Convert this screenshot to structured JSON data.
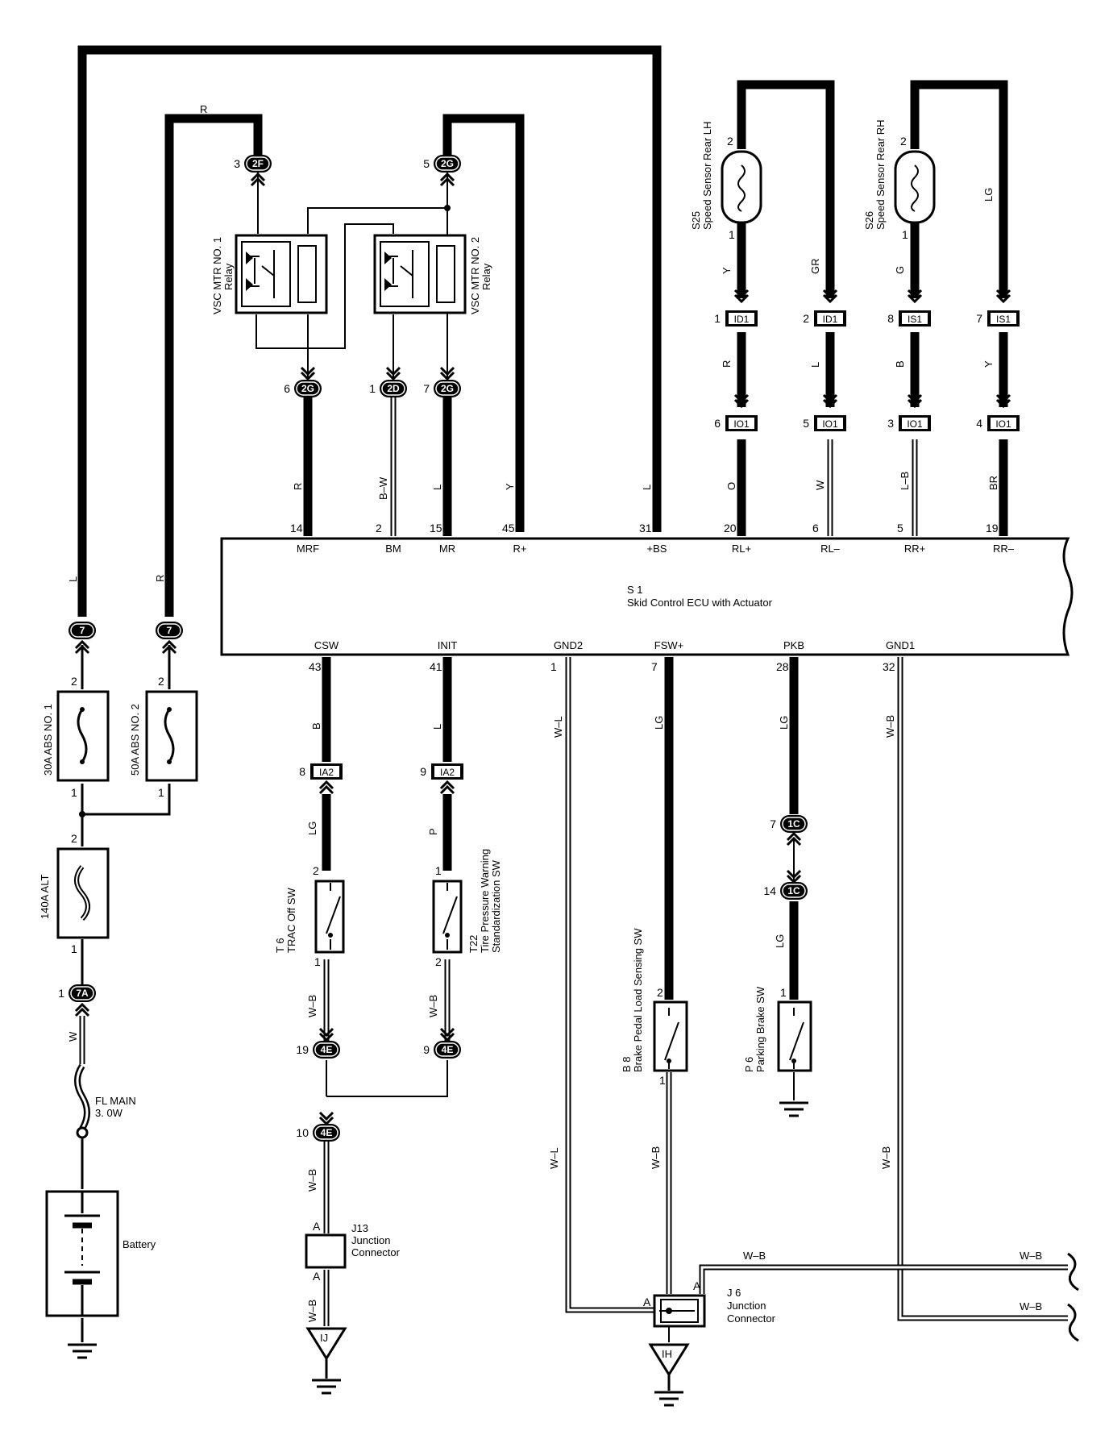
{
  "ecu": {
    "code": "S 1",
    "name": "Skid Control ECU with Actuator",
    "top_pins": [
      {
        "num": "14",
        "name": "MRF",
        "wire": "R"
      },
      {
        "num": "2",
        "name": "BM",
        "wire": "B–W"
      },
      {
        "num": "15",
        "name": "MR",
        "wire": "L"
      },
      {
        "num": "45",
        "name": "R+",
        "wire": "Y"
      },
      {
        "num": "31",
        "name": "+BS",
        "wire": "L"
      },
      {
        "num": "20",
        "name": "RL+",
        "wire": "O"
      },
      {
        "num": "6",
        "name": "RL–",
        "wire": "W"
      },
      {
        "num": "5",
        "name": "RR+",
        "wire": "L–B"
      },
      {
        "num": "19",
        "name": "RR–",
        "wire": "BR"
      }
    ],
    "bottom_pins": [
      {
        "num": "43",
        "name": "CSW",
        "wire": "B"
      },
      {
        "num": "41",
        "name": "INIT",
        "wire": "L"
      },
      {
        "num": "1",
        "name": "GND2",
        "wire": "W–L"
      },
      {
        "num": "7",
        "name": "FSW+",
        "wire": "LG"
      },
      {
        "num": "28",
        "name": "PKB",
        "wire": "LG"
      },
      {
        "num": "32",
        "name": "GND1",
        "wire": "W–B"
      }
    ]
  },
  "fuses": {
    "abs1": {
      "label": "30A ABS NO. 1",
      "pin_top": "2",
      "pin_bottom": "1"
    },
    "abs2": {
      "label": "50A ABS NO. 2",
      "pin_top": "2",
      "pin_bottom": "1"
    },
    "alt": {
      "label": "140A ALT",
      "pin_top": "2",
      "pin_bottom": "1"
    },
    "flmain": {
      "label1": "FL MAIN",
      "label2": "3. 0W"
    }
  },
  "battery": {
    "label": "Battery"
  },
  "left_wires": {
    "l": "L",
    "r_left": "R",
    "r_top": "R",
    "w": "W"
  },
  "connectors": {
    "c7a": {
      "code": "7",
      "pin": ""
    },
    "c7b": {
      "code": "7",
      "pin": ""
    },
    "c7A": {
      "code": "7A",
      "pin": "1"
    },
    "c2F": {
      "code": "2F",
      "pin": "3"
    },
    "c2G_top": {
      "code": "2G",
      "pin": "5"
    },
    "c2G_6": {
      "code": "2G",
      "pin": "6"
    },
    "c2D": {
      "code": "2D",
      "pin": "1"
    },
    "c2G_7": {
      "code": "2G",
      "pin": "7"
    },
    "id1_1": {
      "code": "ID1",
      "pin": "1"
    },
    "id1_2": {
      "code": "ID1",
      "pin": "2"
    },
    "is1_8": {
      "code": "IS1",
      "pin": "8"
    },
    "is1_7": {
      "code": "IS1",
      "pin": "7"
    },
    "io1_6": {
      "code": "IO1",
      "pin": "6"
    },
    "io1_5": {
      "code": "IO1",
      "pin": "5"
    },
    "io1_3": {
      "code": "IO1",
      "pin": "3"
    },
    "io1_4": {
      "code": "IO1",
      "pin": "4"
    },
    "ia2_8": {
      "code": "IA2",
      "pin": "8"
    },
    "ia2_9": {
      "code": "IA2",
      "pin": "9"
    },
    "c1C_7": {
      "code": "1C",
      "pin": "7"
    },
    "c1C_14": {
      "code": "1C",
      "pin": "14"
    },
    "c4E_19": {
      "code": "4E",
      "pin": "19"
    },
    "c4E_9": {
      "code": "4E",
      "pin": "9"
    },
    "c4E_10": {
      "code": "4E",
      "pin": "10"
    }
  },
  "relays": {
    "r1": {
      "line1": "VSC MTR NO. 1",
      "line2": "Relay"
    },
    "r2": {
      "line1": "VSC MTR NO. 2",
      "line2": "Relay"
    }
  },
  "sensors": {
    "s25": {
      "code": "S25",
      "name": "Speed Sensor Rear LH",
      "pin_top": "2",
      "pin_bottom": "1",
      "wire_left": "Y",
      "wire_right": "GR",
      "mid_left": "R",
      "mid_right": "L"
    },
    "s26": {
      "code": "S26",
      "name": "Speed Sensor Rear RH",
      "pin_top": "2",
      "pin_bottom": "1",
      "wire_left": "G",
      "wire_right": "LG",
      "mid_left": "B",
      "mid_right": "Y"
    }
  },
  "switches": {
    "t6": {
      "code": "T 6",
      "name": "TRAC Off SW",
      "pin_top": "2",
      "pin_bottom": "1",
      "wire_top": "LG",
      "wire_bottom": "W–B"
    },
    "t22": {
      "code": "T22",
      "name1": "Tire Pressure Warning",
      "name2": "Standardization SW",
      "pin_top": "1",
      "pin_bottom": "2",
      "wire_top": "P",
      "wire_bottom": "W–B"
    },
    "b8": {
      "code": "B 8",
      "name": "Brake Pedal Load Sensing SW",
      "pin_top": "2",
      "pin_bottom": "1",
      "wire_bottom": "W–B"
    },
    "p6": {
      "code": "P 6",
      "name": "Parking Brake SW",
      "pin_top": "1",
      "wire_mid": "LG"
    }
  },
  "junctions": {
    "j13": {
      "code": "J13",
      "name1": "Junction",
      "name2": "Connector",
      "pin_a": "A",
      "pin_b": "A",
      "wire_top": "W–B",
      "wire_bottom": "W–B"
    },
    "j6": {
      "code": "J 6",
      "name1": "Junction",
      "name2": "Connector",
      "pin_a": "A",
      "pin_b": "A"
    }
  },
  "grounds": {
    "ij": "IJ",
    "ih": "IH"
  },
  "misc_wires": {
    "gnd2_lower": "W–L",
    "gnd1_lower": "W–B",
    "wb_top": "W–B",
    "wb_right1": "W–B",
    "wb_right2": "W–B"
  }
}
